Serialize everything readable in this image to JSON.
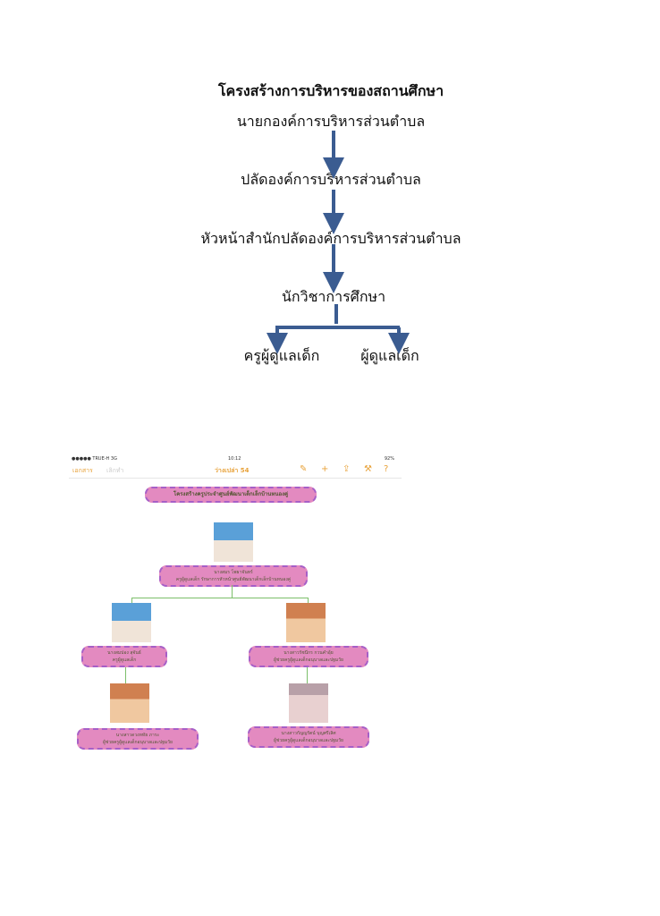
{
  "org_chart": {
    "title": "โครงสร้างการบริหารของสถานศึกษา",
    "level1": "นายกองค์การบริหารส่วนตำบล",
    "level2": "ปลัดองค์การบริหารส่วนตำบล",
    "level3": "หัวหน้าสำนักปลัดองค์การบริหารส่วนตำบล",
    "level4": "นักวิชาการศึกษา",
    "level5_left": "ครูผู้ดูแลเด็ก",
    "level5_right": "ผู้ดูแลเด็ก",
    "arrow_color": "#3b5c91"
  },
  "screenshot": {
    "status": {
      "carrier": "●●●●● TRUE-H 3G",
      "time": "10:12",
      "battery": "92%"
    },
    "nav": {
      "back": "เอกสาร",
      "undo": "เลิกทำ",
      "doc_title": "ว่างเปล่า 54"
    },
    "chart_title": "โครงสร้างครูประจำศูนย์พัฒนาเด็กเล็กบ้านหนองคู่",
    "people": [
      {
        "name": "นางสมร โพธาจันทร์",
        "role": "ครูผู้ดูแลเด็ก รักษาการหัวหน้าศูนย์พัฒนาเด็กเล็กบ้านหนองคู่"
      },
      {
        "name": "นางสมปอง สุจันธ์",
        "role": "ครูผู้ดูแลเด็ก"
      },
      {
        "name": "นางสาวรัชนีกร กวนคำอุ้ย",
        "role": "ผู้ช่วยครูผู้ดูแลเด็กอนุบาลและปฐมวัย"
      },
      {
        "name": "นางสาวดวงหทัย ภาระ",
        "role": "ผู้ช่วยครูผู้ดูแลเด็กอนุบาลและปฐมวัย"
      },
      {
        "name": "นางสาวกัญญรัตน์ บุญศรีเลิศ",
        "role": "ผู้ช่วยครูผู้ดูแลเด็กอนุบาลและปฐมวัย"
      }
    ]
  }
}
